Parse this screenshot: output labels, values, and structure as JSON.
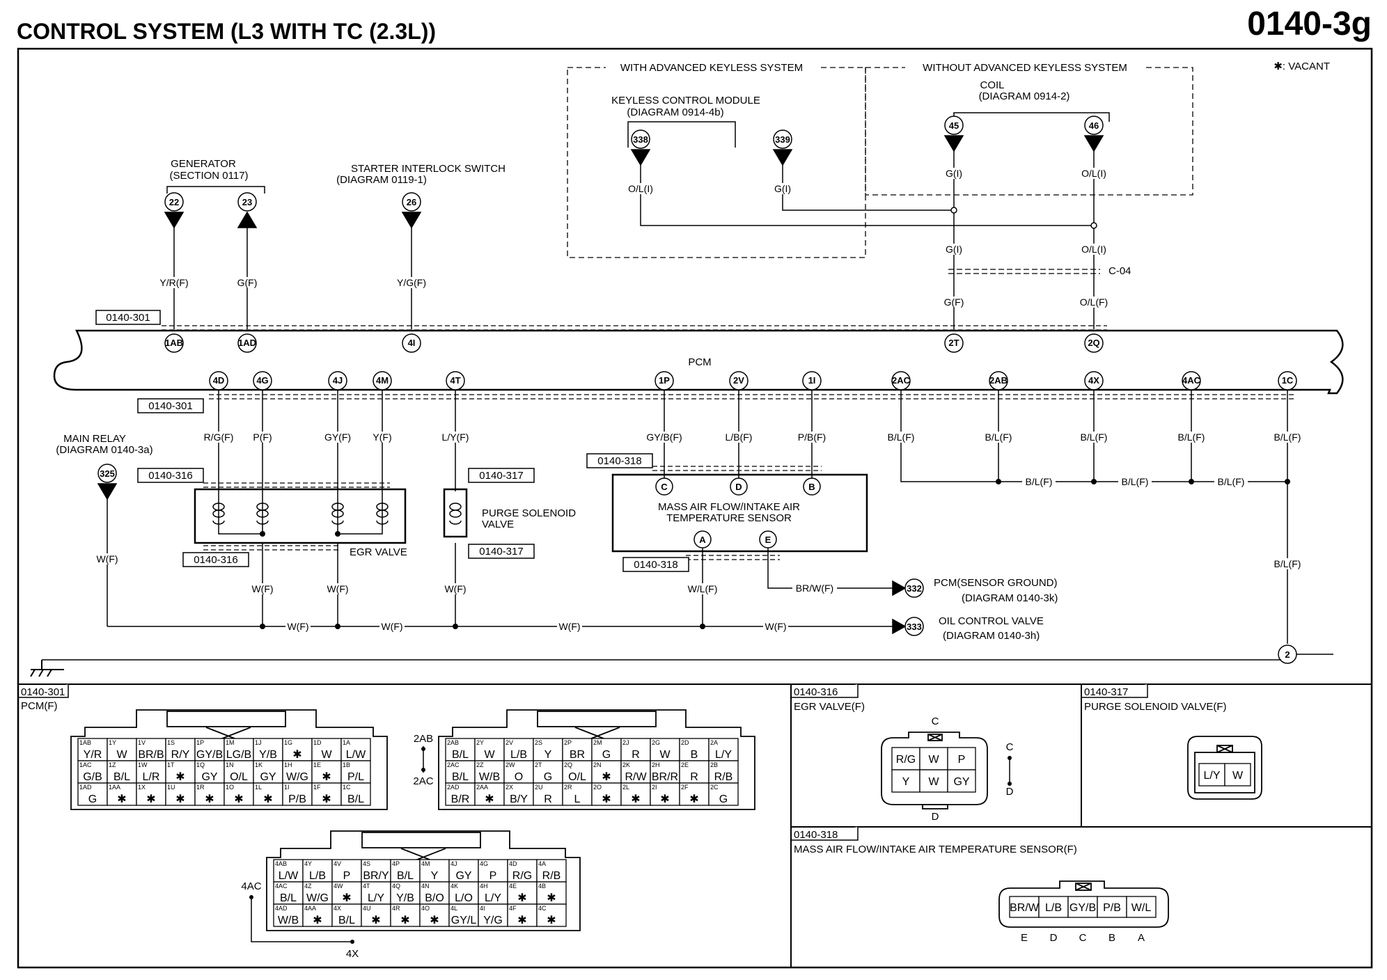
{
  "title": "CONTROL SYSTEM (L3 WITH TC (2.3L))",
  "page_code": "0140-3g",
  "vacant_note": "✱: VACANT",
  "groups": {
    "with_aks": "WITH ADVANCED KEYLESS SYSTEM",
    "without_aks": "WITHOUT ADVANCED KEYLESS SYSTEM"
  },
  "components": {
    "kcm": "KEYLESS CONTROL MODULE",
    "kcm_ref": "(DIAGRAM 0914-4b)",
    "coil": "COIL",
    "coil_ref": "(DIAGRAM 0914-2)",
    "generator": "GENERATOR",
    "generator_ref": "(SECTION 0117)",
    "starter": "STARTER INTERLOCK SWITCH",
    "starter_ref": "(DIAGRAM 0119-1)",
    "pcm": "PCM",
    "main_relay": "MAIN RELAY",
    "main_relay_ref": "(DIAGRAM 0140-3a)",
    "purge": "PURGE SOLENOID",
    "purge2": "VALVE",
    "egr": "EGR VALVE",
    "maf": "MASS AIR FLOW/INTAKE AIR",
    "maf2": "TEMPERATURE SENSOR",
    "sensor_ground": "PCM(SENSOR GROUND)",
    "sensor_ground_ref": "(DIAGRAM  0140-3k)",
    "ocv": "OIL CONTROL VALVE",
    "ocv_ref": "(DIAGRAM 0140-3h)",
    "c04": "C-04"
  },
  "pins": {
    "p338": "338",
    "p339": "339",
    "p45": "45",
    "p46": "46",
    "p22": "22",
    "p23": "23",
    "p26": "26",
    "p325": "325",
    "p332": "332",
    "p333": "333",
    "s1AB": "1AB",
    "s1AD": "1AD",
    "s4I": "4I",
    "s2T": "2T",
    "s2Q": "2Q",
    "s4D": "4D",
    "s4G": "4G",
    "s4J": "4J",
    "s4M": "4M",
    "s4T": "4T",
    "s1P": "1P",
    "s2V": "2V",
    "s1I": "1I",
    "s2AC": "2AC",
    "s2AB": "2AB",
    "s4X": "4X",
    "s4AC": "4AC",
    "s1C": "1C",
    "mC": "C",
    "mD": "D",
    "mB": "B",
    "mA": "A",
    "mE": "E",
    "g2": "2"
  },
  "wires": {
    "ol_i": "O/L(I)",
    "g_i": "G(I)",
    "y_r": "Y/R(F)",
    "g_f": "G(F)",
    "y_g": "Y/G(F)",
    "ol_f": "O/L(F)",
    "r_g": "R/G(F)",
    "p_f": "P(F)",
    "gy": "GY(F)",
    "y_f": "Y(F)",
    "l_y": "L/Y(F)",
    "gy_b": "GY/B(F)",
    "l_b": "L/B(F)",
    "p_b": "P/B(F)",
    "b_l": "B/L(F)",
    "w_f": "W(F)",
    "w_l": "W/L(F)",
    "br_w": "BR/W(F)"
  },
  "refs": {
    "r301": "0140-301",
    "r316": "0140-316",
    "r317": "0140-317",
    "r318": "0140-318"
  },
  "panels": {
    "pcm_title": "PCM(F)",
    "egr_title": "EGR VALVE(F)",
    "purge_title": "PURGE SOLENOID VALVE(F)",
    "maf_title": "MASS AIR FLOW/INTAKE AIR TEMPERATURE SENSOR(F)"
  },
  "pcm_conn": {
    "side_labels": {
      "c2AB": "2AB",
      "c2AC": "2AC",
      "c4AC": "4AC",
      "c4X": "4X"
    },
    "block1": [
      [
        [
          "1AB",
          "Y/R"
        ],
        [
          "1Y",
          "W"
        ],
        [
          "1V",
          "BR/B"
        ],
        [
          "1S",
          "R/Y"
        ],
        [
          "1P",
          "GY/B"
        ],
        [
          "1M",
          "LG/B"
        ],
        [
          "1J",
          "Y/B"
        ],
        [
          "1G",
          "✱"
        ],
        [
          "1D",
          "W"
        ],
        [
          "1A",
          "L/W"
        ]
      ],
      [
        [
          "1AC",
          "G/B"
        ],
        [
          "1Z",
          "B/L"
        ],
        [
          "1W",
          "L/R"
        ],
        [
          "1T",
          "✱"
        ],
        [
          "1Q",
          "GY"
        ],
        [
          "1N",
          "O/L"
        ],
        [
          "1K",
          "GY"
        ],
        [
          "1H",
          "W/G"
        ],
        [
          "1E",
          "✱"
        ],
        [
          "1B",
          "P/L"
        ]
      ],
      [
        [
          "1AD",
          "G"
        ],
        [
          "1AA",
          "✱"
        ],
        [
          "1X",
          "✱"
        ],
        [
          "1U",
          "✱"
        ],
        [
          "1R",
          "✱"
        ],
        [
          "1O",
          "✱"
        ],
        [
          "1L",
          "✱"
        ],
        [
          "1I",
          "P/B"
        ],
        [
          "1F",
          "✱"
        ],
        [
          "1C",
          "B/L"
        ]
      ]
    ],
    "block2": [
      [
        [
          "2AB",
          "B/L"
        ],
        [
          "2Y",
          "W"
        ],
        [
          "2V",
          "L/B"
        ],
        [
          "2S",
          "Y"
        ],
        [
          "2P",
          "BR"
        ],
        [
          "2M",
          "G"
        ],
        [
          "2J",
          "R"
        ],
        [
          "2G",
          "W"
        ],
        [
          "2D",
          "B"
        ],
        [
          "2A",
          "L/Y"
        ]
      ],
      [
        [
          "2AC",
          "B/L"
        ],
        [
          "2Z",
          "W/B"
        ],
        [
          "2W",
          "O"
        ],
        [
          "2T",
          "G"
        ],
        [
          "2Q",
          "O/L"
        ],
        [
          "2N",
          "✱"
        ],
        [
          "2K",
          "R/W"
        ],
        [
          "2H",
          "BR/R"
        ],
        [
          "2E",
          "R"
        ],
        [
          "2B",
          "R/B"
        ]
      ],
      [
        [
          "2AD",
          "B/R"
        ],
        [
          "2AA",
          "✱"
        ],
        [
          "2X",
          "B/Y"
        ],
        [
          "2U",
          "R"
        ],
        [
          "2R",
          "L"
        ],
        [
          "2O",
          "✱"
        ],
        [
          "2L",
          "✱"
        ],
        [
          "2I",
          "✱"
        ],
        [
          "2F",
          "✱"
        ],
        [
          "2C",
          "G"
        ]
      ]
    ],
    "block4": [
      [
        [
          "4AB",
          "L/W"
        ],
        [
          "4Y",
          "L/B"
        ],
        [
          "4V",
          "P"
        ],
        [
          "4S",
          "BR/Y"
        ],
        [
          "4P",
          "B/L"
        ],
        [
          "4M",
          "Y"
        ],
        [
          "4J",
          "GY"
        ],
        [
          "4G",
          "P"
        ],
        [
          "4D",
          "R/G"
        ],
        [
          "4A",
          "R/B"
        ]
      ],
      [
        [
          "4AC",
          "B/L"
        ],
        [
          "4Z",
          "W/G"
        ],
        [
          "4W",
          "✱"
        ],
        [
          "4T",
          "L/Y"
        ],
        [
          "4Q",
          "Y/B"
        ],
        [
          "4N",
          "B/O"
        ],
        [
          "4K",
          "L/O"
        ],
        [
          "4H",
          "L/Y"
        ],
        [
          "4E",
          "✱"
        ],
        [
          "4B",
          "✱"
        ]
      ],
      [
        [
          "4AD",
          "W/B"
        ],
        [
          "4AA",
          "✱"
        ],
        [
          "4X",
          "B/L"
        ],
        [
          "4U",
          "✱"
        ],
        [
          "4R",
          "✱"
        ],
        [
          "4O",
          "✱"
        ],
        [
          "4L",
          "GY/L"
        ],
        [
          "4I",
          "Y/G"
        ],
        [
          "4F",
          "✱"
        ],
        [
          "4C",
          "✱"
        ]
      ]
    ]
  },
  "egr_conn": {
    "cells": [
      "R/G",
      "W",
      "P",
      "Y",
      "W",
      "GY"
    ],
    "top": "C",
    "bottom": "D",
    "side_c": "C",
    "side_d": "D"
  },
  "purge_conn": {
    "cells": [
      "L/Y",
      "W"
    ]
  },
  "maf_conn": {
    "cells": [
      "BR/W",
      "L/B",
      "GY/B",
      "P/B",
      "W/L"
    ],
    "letters": [
      "E",
      "D",
      "C",
      "B",
      "A"
    ]
  }
}
